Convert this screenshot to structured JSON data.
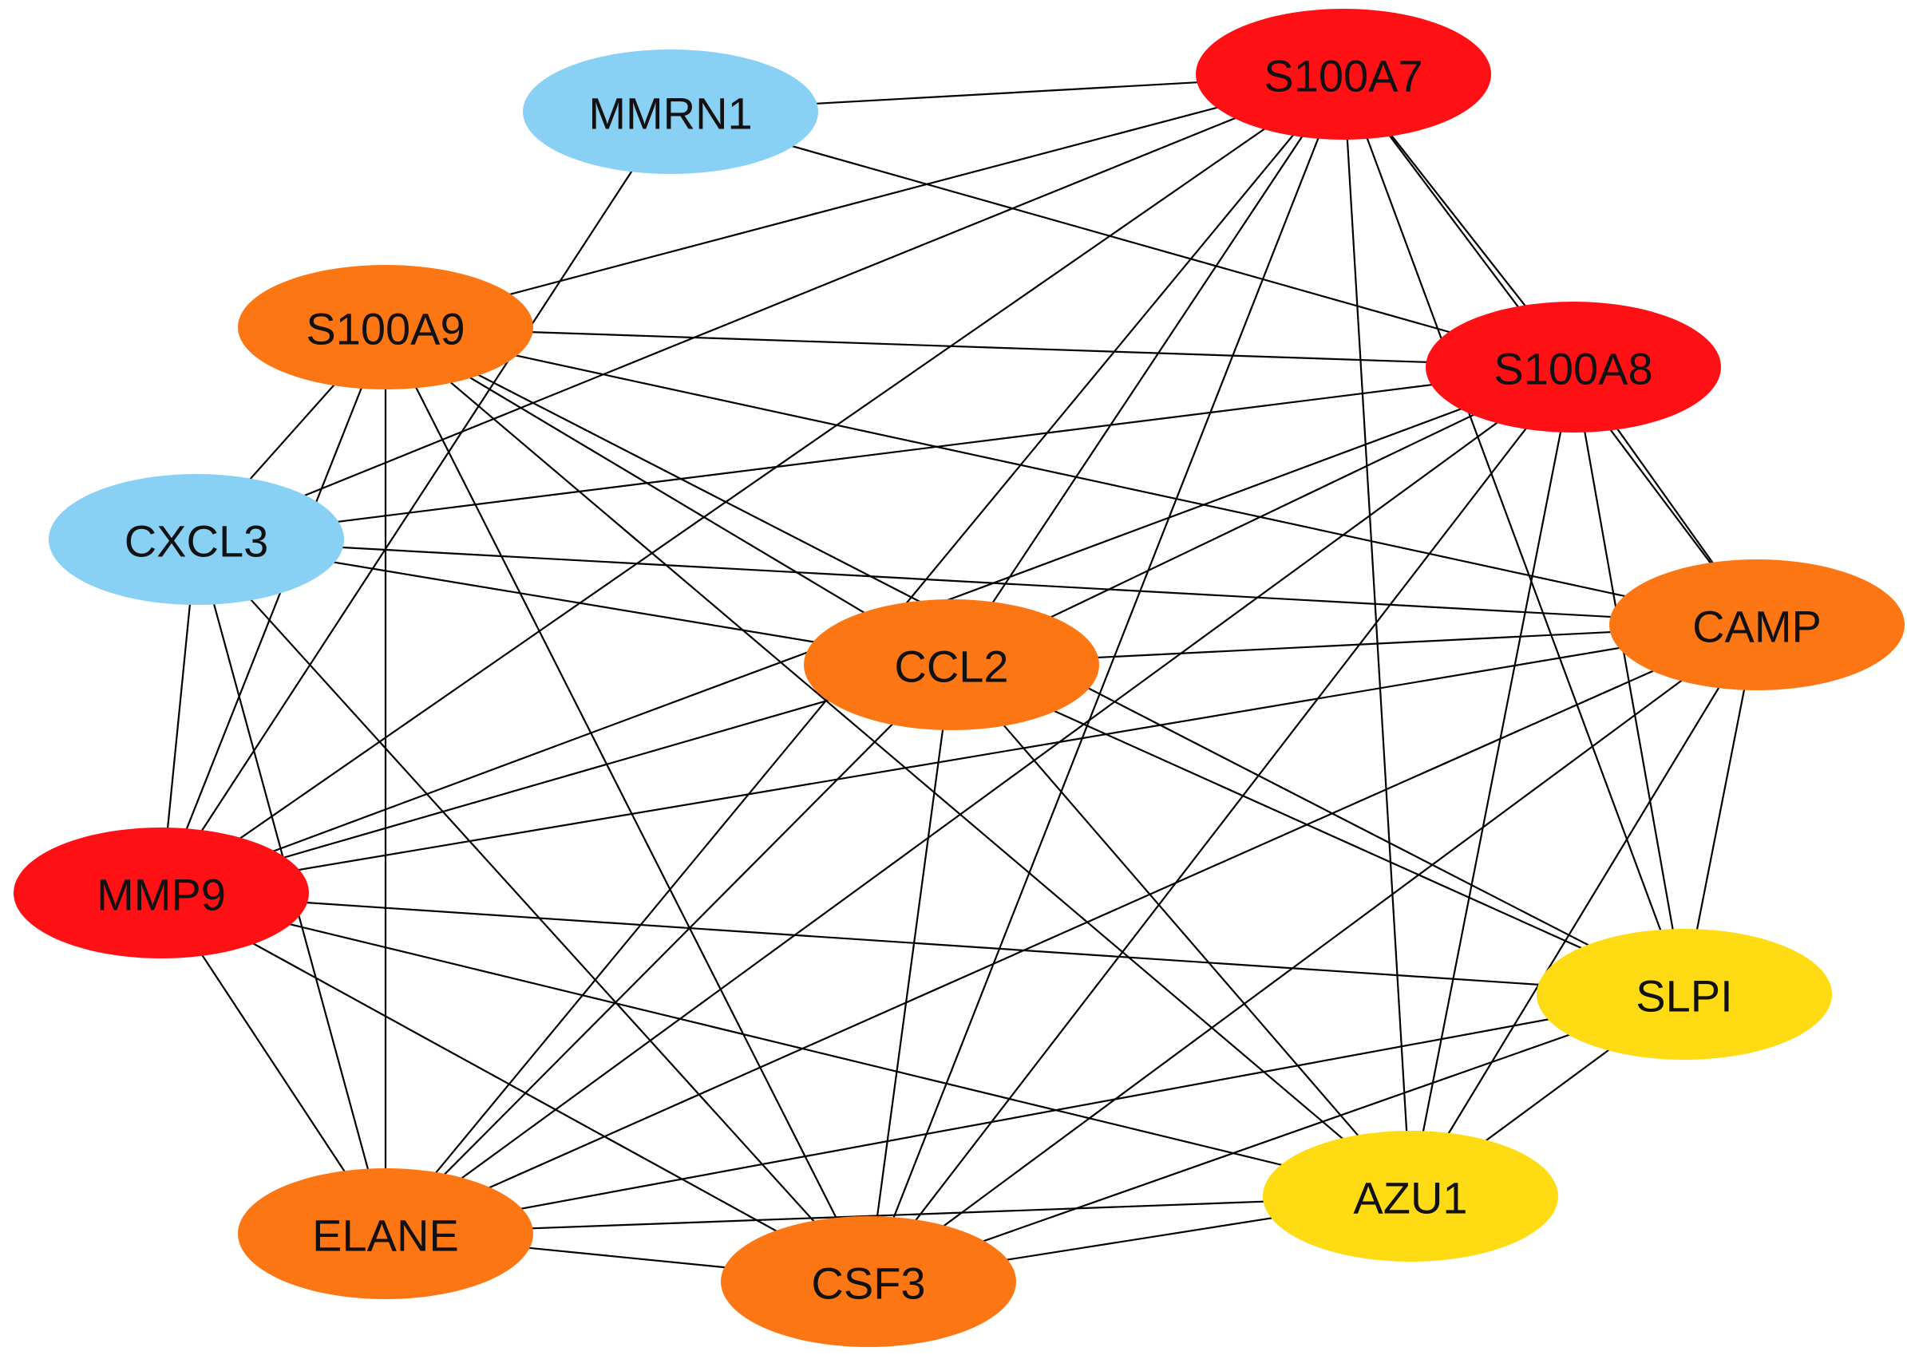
{
  "colors": {
    "red": "#fe1015",
    "orange": "#fd7614",
    "yellow": "#fedb12",
    "blue": "#89d0f5",
    "edge": "#000000"
  },
  "nodes": [
    {
      "id": "MMRN1",
      "label": "MMRN1",
      "color": "blue"
    },
    {
      "id": "S100A7",
      "label": "S100A7",
      "color": "red"
    },
    {
      "id": "S100A9",
      "label": "S100A9",
      "color": "orange"
    },
    {
      "id": "S100A8",
      "label": "S100A8",
      "color": "red"
    },
    {
      "id": "CXCL3",
      "label": "CXCL3",
      "color": "blue"
    },
    {
      "id": "CCL2",
      "label": "CCL2",
      "color": "orange"
    },
    {
      "id": "CAMP",
      "label": "CAMP",
      "color": "orange"
    },
    {
      "id": "MMP9",
      "label": "MMP9",
      "color": "red"
    },
    {
      "id": "SLPI",
      "label": "SLPI",
      "color": "yellow"
    },
    {
      "id": "AZU1",
      "label": "AZU1",
      "color": "yellow"
    },
    {
      "id": "ELANE",
      "label": "ELANE",
      "color": "orange"
    },
    {
      "id": "CSF3",
      "label": "CSF3",
      "color": "orange"
    }
  ],
  "edges": [
    [
      "MMRN1",
      "S100A7"
    ],
    [
      "MMRN1",
      "S100A8"
    ],
    [
      "MMRN1",
      "MMP9"
    ],
    [
      "S100A7",
      "S100A9"
    ],
    [
      "S100A7",
      "CXCL3"
    ],
    [
      "S100A7",
      "MMP9"
    ],
    [
      "S100A7",
      "CCL2"
    ],
    [
      "S100A7",
      "CAMP"
    ],
    [
      "S100A7",
      "S100A8"
    ],
    [
      "S100A7",
      "SLPI"
    ],
    [
      "S100A7",
      "AZU1"
    ],
    [
      "S100A7",
      "ELANE"
    ],
    [
      "S100A7",
      "CSF3"
    ],
    [
      "S100A9",
      "S100A8"
    ],
    [
      "S100A9",
      "CXCL3"
    ],
    [
      "S100A9",
      "MMP9"
    ],
    [
      "S100A9",
      "ELANE"
    ],
    [
      "S100A9",
      "CCL2"
    ],
    [
      "S100A9",
      "CAMP"
    ],
    [
      "S100A9",
      "SLPI"
    ],
    [
      "S100A9",
      "AZU1"
    ],
    [
      "S100A9",
      "CSF3"
    ],
    [
      "S100A8",
      "CXCL3"
    ],
    [
      "S100A8",
      "CCL2"
    ],
    [
      "S100A8",
      "CAMP"
    ],
    [
      "S100A8",
      "SLPI"
    ],
    [
      "S100A8",
      "AZU1"
    ],
    [
      "S100A8",
      "MMP9"
    ],
    [
      "S100A8",
      "ELANE"
    ],
    [
      "S100A8",
      "CSF3"
    ],
    [
      "CXCL3",
      "CCL2"
    ],
    [
      "CXCL3",
      "CAMP"
    ],
    [
      "CXCL3",
      "MMP9"
    ],
    [
      "CXCL3",
      "ELANE"
    ],
    [
      "CXCL3",
      "CSF3"
    ],
    [
      "CCL2",
      "CAMP"
    ],
    [
      "CCL2",
      "MMP9"
    ],
    [
      "CCL2",
      "SLPI"
    ],
    [
      "CCL2",
      "AZU1"
    ],
    [
      "CCL2",
      "ELANE"
    ],
    [
      "CCL2",
      "CSF3"
    ],
    [
      "CAMP",
      "MMP9"
    ],
    [
      "CAMP",
      "SLPI"
    ],
    [
      "CAMP",
      "AZU1"
    ],
    [
      "CAMP",
      "ELANE"
    ],
    [
      "CAMP",
      "CSF3"
    ],
    [
      "MMP9",
      "SLPI"
    ],
    [
      "MMP9",
      "AZU1"
    ],
    [
      "MMP9",
      "ELANE"
    ],
    [
      "MMP9",
      "CSF3"
    ],
    [
      "SLPI",
      "AZU1"
    ],
    [
      "SLPI",
      "ELANE"
    ],
    [
      "SLPI",
      "CSF3"
    ],
    [
      "AZU1",
      "ELANE"
    ],
    [
      "AZU1",
      "CSF3"
    ],
    [
      "ELANE",
      "CSF3"
    ]
  ]
}
